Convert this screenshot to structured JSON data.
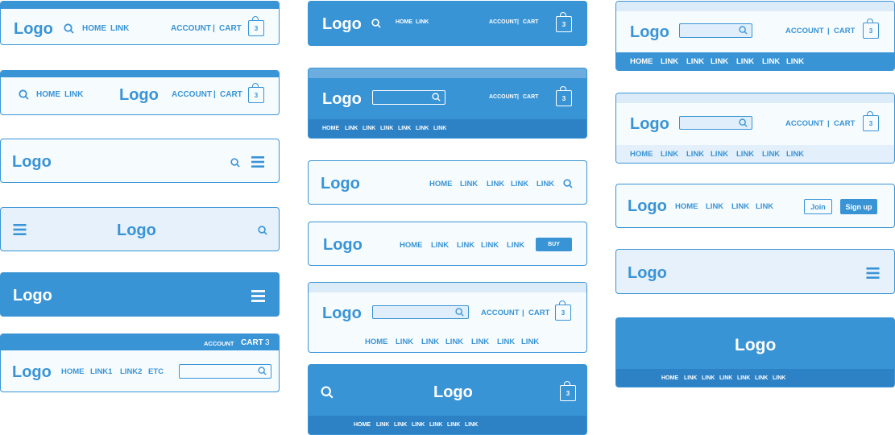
{
  "colors": {
    "primary": "#3994d6",
    "dark": "#2d82c6",
    "tint": "#e6f1fb",
    "white": "#ffffff"
  },
  "common": {
    "logo": "Logo",
    "home": "HOME",
    "link": "LINK",
    "account": "ACCOUNT",
    "cart": "CART",
    "sep": "|",
    "cart_count": "3"
  },
  "h6": {
    "link1": "LINK1",
    "link2": "LINK2",
    "etc": "ETC"
  },
  "buttons": {
    "buy": "BUY",
    "join": "Join",
    "signup": "Sign up"
  },
  "icons": {
    "search": "search-icon",
    "menu": "hamburger-menu-icon",
    "cart": "shopping-bag-icon"
  }
}
